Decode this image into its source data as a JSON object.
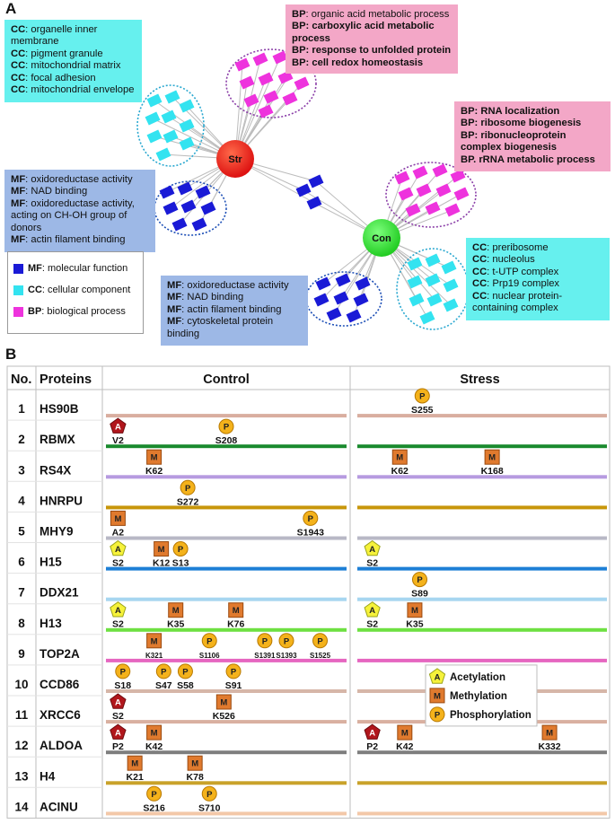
{
  "panel_a": {
    "letter": "A",
    "hubs": {
      "stress": "Str",
      "control": "Con"
    },
    "cc_box_top": [
      {
        "key": "CC",
        "text": ": organelle inner membrane"
      },
      {
        "key": "CC",
        "text": ": pigment granule"
      },
      {
        "key": "CC",
        "text": ": mitochondrial matrix"
      },
      {
        "key": "CC",
        "text": ": focal adhesion"
      },
      {
        "key": "CC",
        "text": ": mitochondrial envelope"
      }
    ],
    "bp_box_top": [
      {
        "key": "BP",
        "text": ": organic acid metabolic process",
        "bold": false
      },
      {
        "key": "BP",
        "text": ": carboxylic acid metabolic process",
        "bold": true
      },
      {
        "key": "BP",
        "text": ": response to unfolded protein",
        "bold": true
      },
      {
        "key": "BP",
        "text": ": cell redox homeostasis",
        "bold": true
      }
    ],
    "bp_box_right": [
      {
        "key": "BP",
        "text": ": RNA localization"
      },
      {
        "key": "BP",
        "text": ": ribosome biogenesis"
      },
      {
        "key": "BP",
        "text": ": ribonucleoprotein complex biogenesis"
      },
      {
        "key": "BP.",
        "text": " rRNA metabolic process"
      }
    ],
    "mf_box_left": [
      {
        "key": "MF",
        "text": ": oxidoreductase activity"
      },
      {
        "key": "MF",
        "text": ": NAD binding"
      },
      {
        "key": "MF",
        "text": ": oxidoreductase activity, acting on CH-OH group of donors"
      },
      {
        "key": "MF",
        "text": ": actin filament binding"
      }
    ],
    "mf_box_bottom": [
      {
        "key": "MF",
        "text": ": oxidoreductase activity"
      },
      {
        "key": "MF",
        "text": ": NAD binding"
      },
      {
        "key": "MF",
        "text": ": actin filament binding"
      },
      {
        "key": "MF",
        "text": ": cytoskeletal protein binding"
      }
    ],
    "cc_box_right": [
      {
        "key": "CC",
        "text": ": preribosome"
      },
      {
        "key": "CC",
        "text": ": nucleolus"
      },
      {
        "key": "CC",
        "text": ": t-UTP complex"
      },
      {
        "key": "CC",
        "text": ": Prp19 complex"
      },
      {
        "key": "CC",
        "text": ": nuclear protein-containing complex"
      }
    ],
    "legend": [
      {
        "key": "MF",
        "text": ": molecular function",
        "color": "#1a1ad6"
      },
      {
        "key": "CC",
        "text": ": cellular component",
        "color": "#33e3f0"
      },
      {
        "key": "BP",
        "text": ": biological process",
        "color": "#ee33dd"
      }
    ],
    "colors": {
      "mf": "#1a1ad6",
      "cc": "#33e3f0",
      "bp": "#ee33dd",
      "str": "#dd1111",
      "con": "#22cc22"
    }
  },
  "panel_b": {
    "letter": "B",
    "headers": {
      "no": "No.",
      "proteins": "Proteins",
      "control": "Control",
      "stress": "Stress"
    },
    "mod_legend": [
      {
        "symbol": "A",
        "label": "Acetylation",
        "type": "pent-y"
      },
      {
        "symbol": "M",
        "label": "Methylation",
        "type": "sq"
      },
      {
        "symbol": "P",
        "label": "Phosphorylation",
        "type": "circ"
      }
    ],
    "proteins": [
      {
        "no": "1",
        "name": "HS90B",
        "color": "#d9aea0",
        "control": [],
        "stress": [
          {
            "t": "P",
            "site": "S255",
            "x": 0.26
          }
        ]
      },
      {
        "no": "2",
        "name": "RBMX",
        "color": "#1a8a2e",
        "control": [
          {
            "t": "A",
            "style": "red",
            "site": "V2",
            "x": 0.05
          },
          {
            "t": "P",
            "site": "S208",
            "x": 0.5
          }
        ],
        "stress": []
      },
      {
        "no": "3",
        "name": "RS4X",
        "color": "#b69be0",
        "control": [
          {
            "t": "M",
            "site": "K62",
            "x": 0.2
          }
        ],
        "stress": [
          {
            "t": "M",
            "site": "K62",
            "x": 0.17
          },
          {
            "t": "M",
            "site": "K168",
            "x": 0.54
          }
        ]
      },
      {
        "no": "4",
        "name": "HNRPU",
        "color": "#c8960a",
        "control": [
          {
            "t": "P",
            "site": "S272",
            "x": 0.34
          }
        ],
        "stress": []
      },
      {
        "no": "5",
        "name": "MHY9",
        "color": "#b8b8c6",
        "control": [
          {
            "t": "M",
            "site": "A2",
            "x": 0.05
          },
          {
            "t": "P",
            "site": "S1943",
            "x": 0.85
          }
        ],
        "stress": []
      },
      {
        "no": "6",
        "name": "H15",
        "color": "#1d7fd6",
        "control": [
          {
            "t": "A",
            "style": "yellow",
            "site": "S2",
            "x": 0.05
          },
          {
            "t": "M",
            "site": "K12",
            "x": 0.23
          },
          {
            "t": "P",
            "site": "S13",
            "x": 0.31
          }
        ],
        "stress": [
          {
            "t": "A",
            "style": "yellow",
            "site": "S2",
            "x": 0.06
          }
        ]
      },
      {
        "no": "7",
        "name": "DDX21",
        "color": "#a7d6f0",
        "control": [],
        "stress": [
          {
            "t": "P",
            "site": "S89",
            "x": 0.25
          }
        ]
      },
      {
        "no": "8",
        "name": "H13",
        "color": "#6ee042",
        "control": [
          {
            "t": "A",
            "style": "yellow",
            "site": "S2",
            "x": 0.05
          },
          {
            "t": "M",
            "site": "K35",
            "x": 0.29
          },
          {
            "t": "M",
            "site": "K76",
            "x": 0.54
          }
        ],
        "stress": [
          {
            "t": "A",
            "style": "yellow",
            "site": "S2",
            "x": 0.06
          },
          {
            "t": "M",
            "site": "K35",
            "x": 0.23
          }
        ]
      },
      {
        "no": "9",
        "name": "TOP2A",
        "color": "#e666c0",
        "control": [
          {
            "t": "M",
            "site": "K321",
            "x": 0.2,
            "small": true
          },
          {
            "t": "P",
            "site": "S1106",
            "x": 0.43,
            "small": true
          },
          {
            "t": "P",
            "site": "S1391",
            "x": 0.66,
            "small": true
          },
          {
            "t": "P",
            "site": "S1393",
            "x": 0.75,
            "small": true
          },
          {
            "t": "P",
            "site": "S1525",
            "x": 0.89,
            "small": true
          }
        ],
        "stress": []
      },
      {
        "no": "10",
        "name": "CCD86",
        "color": "#d6b6a8",
        "control": [
          {
            "t": "P",
            "site": "S18",
            "x": 0.07
          },
          {
            "t": "P",
            "site": "S47",
            "x": 0.24
          },
          {
            "t": "P",
            "site": "S58",
            "x": 0.33
          },
          {
            "t": "P",
            "site": "S91",
            "x": 0.53
          }
        ],
        "stress": []
      },
      {
        "no": "11",
        "name": "XRCC6",
        "color": "#d9b0a0",
        "control": [
          {
            "t": "A",
            "style": "red",
            "site": "S2",
            "x": 0.05
          },
          {
            "t": "M",
            "site": "K526",
            "x": 0.49
          }
        ],
        "stress": []
      },
      {
        "no": "12",
        "name": "ALDOA",
        "color": "#7e7e7e",
        "control": [
          {
            "t": "A",
            "style": "red",
            "site": "P2",
            "x": 0.05
          },
          {
            "t": "M",
            "site": "K42",
            "x": 0.2
          }
        ],
        "stress": [
          {
            "t": "A",
            "style": "red",
            "site": "P2",
            "x": 0.06
          },
          {
            "t": "M",
            "site": "K42",
            "x": 0.19
          },
          {
            "t": "M",
            "site": "K332",
            "x": 0.77
          }
        ]
      },
      {
        "no": "13",
        "name": "H4",
        "color": "#c9a22a",
        "control": [
          {
            "t": "M",
            "site": "K21",
            "x": 0.12
          },
          {
            "t": "M",
            "site": "K78",
            "x": 0.37
          }
        ],
        "stress": []
      },
      {
        "no": "14",
        "name": "ACINU",
        "color": "#f3c8a8",
        "control": [
          {
            "t": "P",
            "site": "S216",
            "x": 0.2
          },
          {
            "t": "P",
            "site": "S710",
            "x": 0.43
          }
        ],
        "stress": []
      }
    ]
  }
}
